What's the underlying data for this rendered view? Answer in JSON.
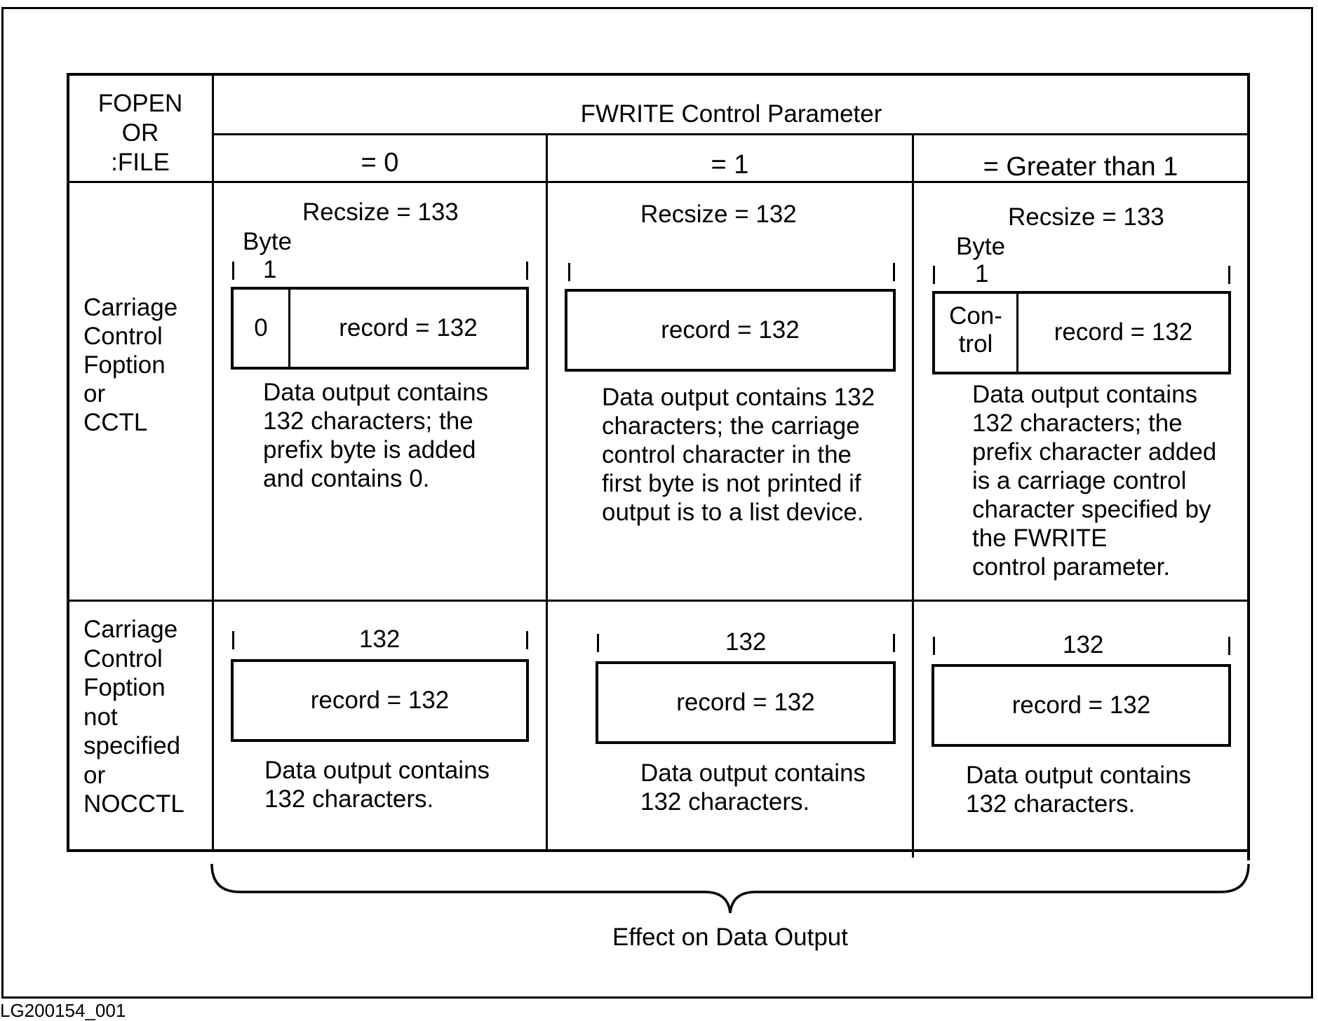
{
  "header": {
    "row_label_lines": [
      "FOPEN",
      "OR",
      ":FILE"
    ],
    "parameter_title": "FWRITE Control Parameter",
    "columns": [
      "= 0",
      "= 1",
      "= Greater than 1"
    ]
  },
  "rows": [
    {
      "label_lines": [
        "Carriage",
        "Control",
        "Foption",
        "or",
        "CCTL"
      ],
      "cells": [
        {
          "recsize": "Recsize = 133",
          "byte_label": "Byte",
          "byte_number": "1",
          "prefix": "0",
          "record": "record  =  132",
          "description": [
            "Data output contains",
            "132 characters; the",
            "prefix byte is added",
            "and contains 0."
          ]
        },
        {
          "recsize": "Recsize = 132",
          "record": "record  =  132",
          "description": [
            "Data output contains 132",
            "characters; the carriage",
            "control character in the",
            "first byte is not printed if",
            "output is to a list device."
          ]
        },
        {
          "recsize": "Recsize = 133",
          "byte_label": "Byte",
          "byte_number": "1",
          "prefix_lines": [
            "Con-",
            "trol"
          ],
          "record": "record  =  132",
          "description": [
            "Data output contains",
            "132  characters; the",
            "prefix character added",
            "is a carriage control",
            "character specified by",
            "the FWRITE",
            "control parameter."
          ]
        }
      ]
    },
    {
      "label_lines": [
        "Carriage",
        "Control",
        "Foption",
        "not",
        "specified",
        "or",
        "NOCCTL"
      ],
      "cells": [
        {
          "size": "132",
          "record": "record  =  132",
          "description": [
            "Data output contains",
            "132 characters."
          ]
        },
        {
          "size": "132",
          "record": "record  =  132",
          "description": [
            "Data output contains",
            "132 characters."
          ]
        },
        {
          "size": "132",
          "record": "record  =  132",
          "description": [
            "Data output contains",
            "132 characters."
          ]
        }
      ]
    }
  ],
  "brace_label": "Effect on Data Output",
  "figure_id": "LG200154_001"
}
